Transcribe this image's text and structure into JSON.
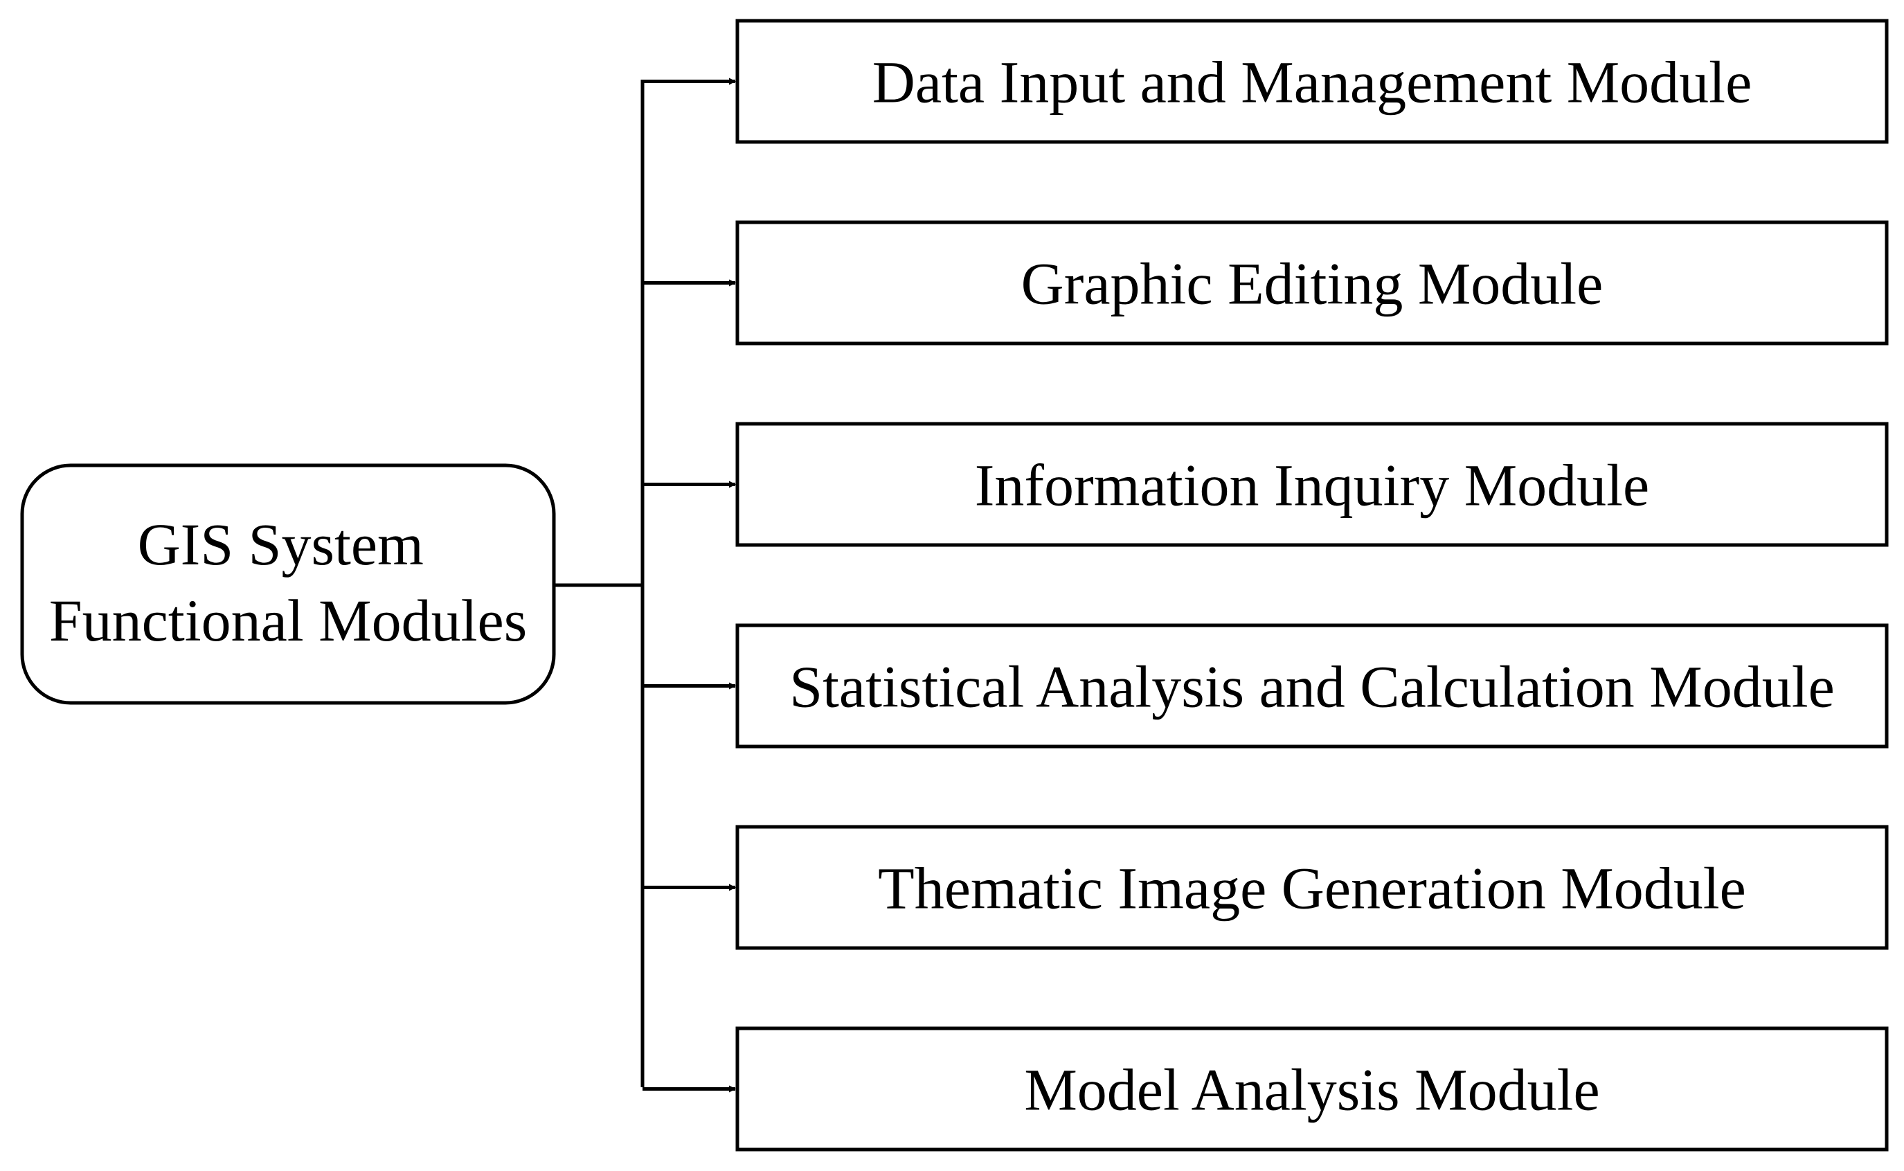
{
  "diagram": {
    "root": {
      "lines": [
        "GIS System",
        "Functional Modules"
      ]
    },
    "modules": [
      {
        "label": "Data Input and Management Module"
      },
      {
        "label": "Graphic Editing Module"
      },
      {
        "label": "Information Inquiry Module"
      },
      {
        "label": "Statistical Analysis and Calculation Module"
      },
      {
        "label": "Thematic Image Generation Module"
      },
      {
        "label": "Model Analysis Module"
      }
    ]
  }
}
